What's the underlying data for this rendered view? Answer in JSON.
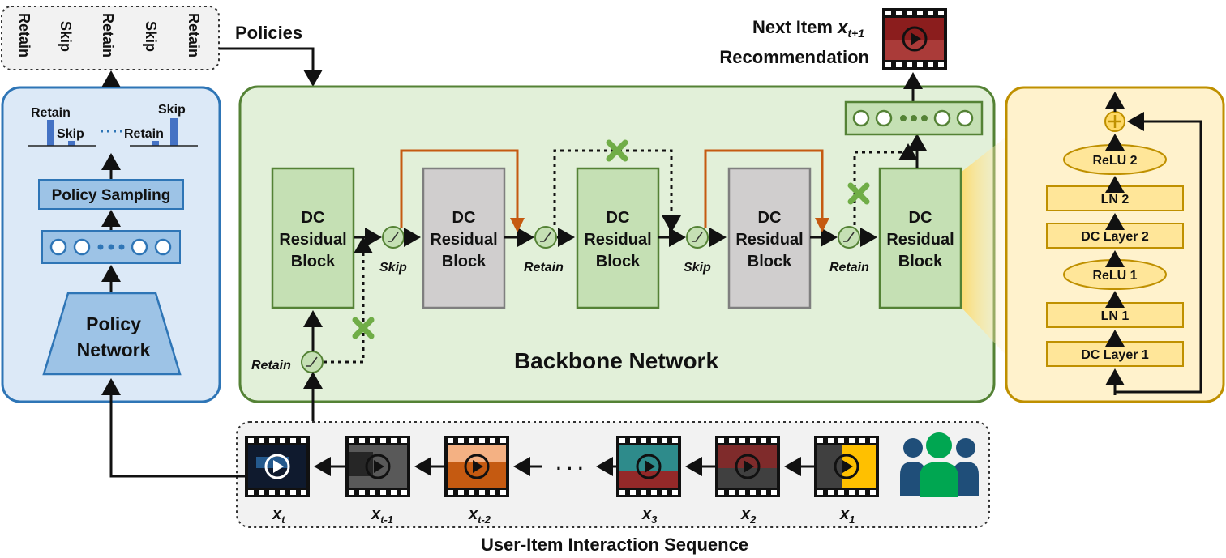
{
  "policies_box": {
    "labels": [
      "Retain",
      "Skip",
      "Retain",
      "Skip",
      "Retain"
    ]
  },
  "policies_label": "Policies",
  "policy_panel": {
    "policy_network": [
      "Policy",
      "Network"
    ],
    "policy_sampling": "Policy Sampling",
    "bar_labels": {
      "retain_a": "Retain",
      "skip_a": "Skip",
      "retain_b": "Retain",
      "skip_b": "Skip"
    }
  },
  "next_item": {
    "line1": "Next Item",
    "var": "x",
    "sub": "t+1",
    "line2": "Recommendation"
  },
  "backbone": {
    "title": "Backbone Network",
    "blocks": [
      {
        "lines": [
          "DC",
          "Residual",
          "Block"
        ],
        "state": "active"
      },
      {
        "lines": [
          "DC",
          "Residual",
          "Block"
        ],
        "state": "skipped"
      },
      {
        "lines": [
          "DC",
          "Residual",
          "Block"
        ],
        "state": "active"
      },
      {
        "lines": [
          "DC",
          "Residual",
          "Block"
        ],
        "state": "skipped"
      },
      {
        "lines": [
          "DC",
          "Residual",
          "Block"
        ],
        "state": "active"
      }
    ],
    "switch_labels": [
      "Retain",
      "Skip",
      "Retain",
      "Skip",
      "Retain"
    ]
  },
  "detail_panel": {
    "layers": [
      "ReLU 2",
      "LN 2",
      "DC Layer 2",
      "ReLU 1",
      "LN 1",
      "DC Layer 1"
    ]
  },
  "sequence": {
    "title": "User-Item Interaction Sequence",
    "ellipsis": "· · ·",
    "items": [
      {
        "var": "x",
        "sub": "t"
      },
      {
        "var": "x",
        "sub": "t-1"
      },
      {
        "var": "x",
        "sub": "t-2"
      },
      {
        "var": "x",
        "sub": "3"
      },
      {
        "var": "x",
        "sub": "2"
      },
      {
        "var": "x",
        "sub": "1"
      }
    ]
  },
  "colors": {
    "policy_fill": "#dce9f7",
    "policy_stroke": "#2e75b6",
    "backbone_fill": "#e2f0d9",
    "backbone_stroke": "#548235",
    "block_green": "#c5e0b4",
    "block_gray": "#d0cece",
    "detail_fill": "#fff2cc",
    "detail_stroke": "#bf9000",
    "skip_arrow": "#c55a11",
    "cross": "#70ad47",
    "people_blue": "#1f4e79",
    "people_green": "#00a651"
  }
}
